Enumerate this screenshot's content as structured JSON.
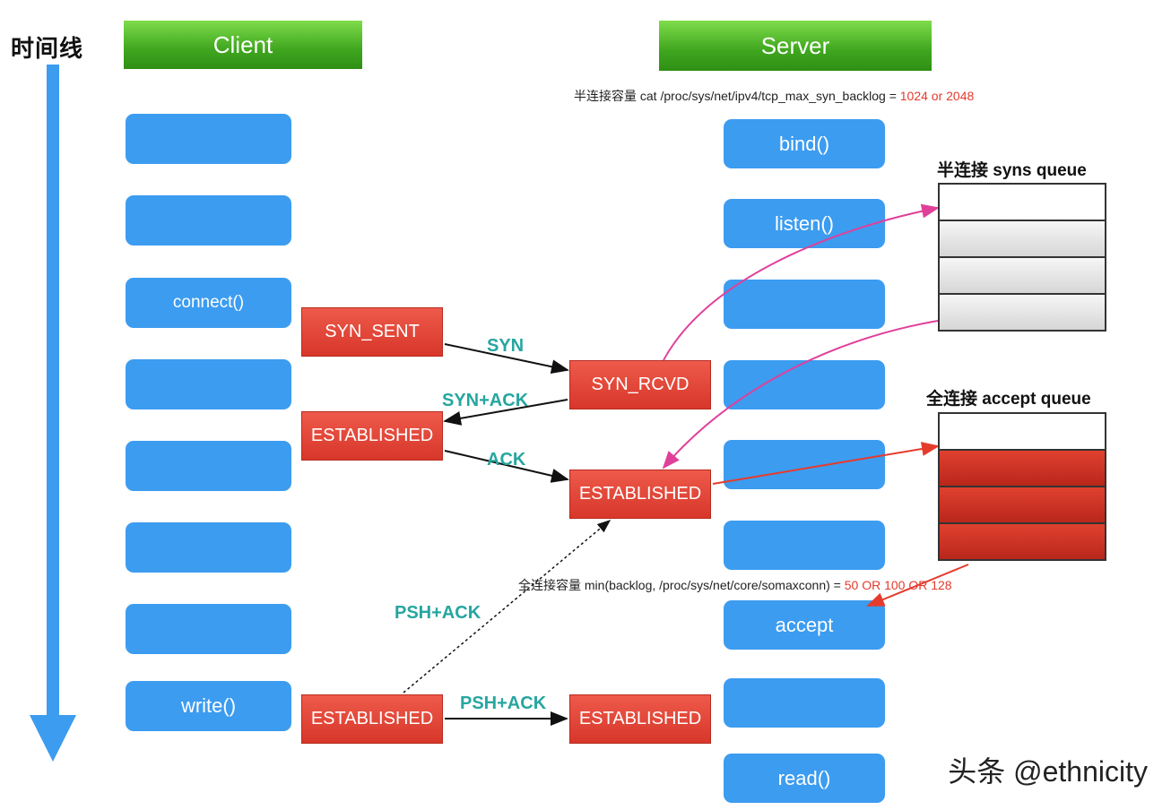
{
  "timeline_label": "时间线",
  "headers": {
    "client": "Client",
    "server": "Server"
  },
  "client_calls": [
    "",
    "",
    "connect()",
    "",
    "",
    "",
    "",
    "write()"
  ],
  "server_calls": [
    "bind()",
    "listen()",
    "",
    "",
    "",
    "",
    "accept",
    "",
    "read()"
  ],
  "states": {
    "client_syn_sent": "SYN_SENT",
    "client_established_1": "ESTABLISHED",
    "client_established_2": "ESTABLISHED",
    "server_syn_rcvd": "SYN_RCVD",
    "server_established_1": "ESTABLISHED",
    "server_established_2": "ESTABLISHED"
  },
  "packets": {
    "syn": "SYN",
    "syn_ack": "SYN+ACK",
    "ack": "ACK",
    "psh_ack_1": "PSH+ACK",
    "psh_ack_2": "PSH+ACK"
  },
  "notes": {
    "half_capacity": "半连接容量 cat /proc/sys/net/ipv4/tcp_max_syn_backlog = ",
    "half_capacity_value": "1024 or 2048",
    "full_capacity": "全连接容量 min(backlog, /proc/sys/net/core/somaxconn) = ",
    "full_capacity_value": "50 OR 100 OR 128"
  },
  "queues": {
    "syns_title": "半连接 syns queue",
    "accept_title": "全连接 accept queue",
    "syns_cells": [
      "empty",
      "gray",
      "gray",
      "gray"
    ],
    "accept_cells": [
      "empty",
      "filled",
      "filled",
      "filled"
    ]
  },
  "colors": {
    "blue_box": "#3c9cf0",
    "red_box": "#d7372a",
    "header_green": "#3fa61f",
    "packet_label": "#26a6a0",
    "magenta_arrow": "#e0409a",
    "red_arrow": "#e53b2c"
  },
  "watermark": "头条 @ethnicity"
}
